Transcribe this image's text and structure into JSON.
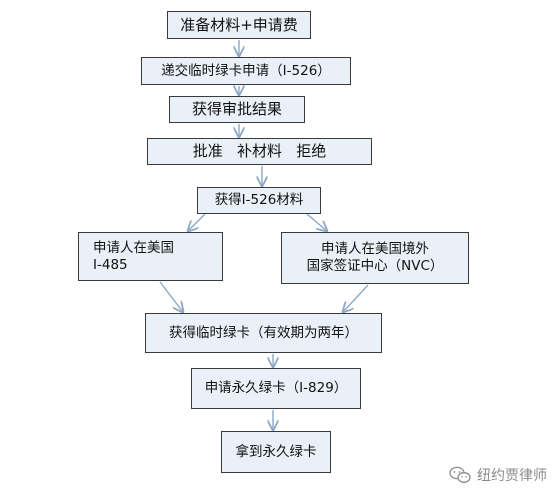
{
  "flowchart": {
    "nodes": [
      {
        "id": "n1",
        "label": "准备材料+申请费"
      },
      {
        "id": "n2",
        "label": "递交临时绿卡申请（I-526）"
      },
      {
        "id": "n3",
        "label": "获得审批结果"
      },
      {
        "id": "n4",
        "label": "批准   补材料   拒绝"
      },
      {
        "id": "n5",
        "label": "获得I-526材料"
      },
      {
        "id": "n6",
        "label": "申请人在美国\nI-485"
      },
      {
        "id": "n7",
        "label": "申请人在美国境外\n国家签证中心（NVC）"
      },
      {
        "id": "n8",
        "label": "获得临时绿卡（有效期为两年）"
      },
      {
        "id": "n9",
        "label": "申请永久绿卡（I-829）"
      },
      {
        "id": "n10",
        "label": "拿到永久绿卡"
      }
    ],
    "edges": [
      {
        "from": "n1",
        "to": "n2"
      },
      {
        "from": "n2",
        "to": "n3"
      },
      {
        "from": "n3",
        "to": "n4"
      },
      {
        "from": "n4",
        "to": "n5"
      },
      {
        "from": "n5",
        "to": "n6"
      },
      {
        "from": "n5",
        "to": "n7"
      },
      {
        "from": "n6",
        "to": "n8"
      },
      {
        "from": "n7",
        "to": "n8"
      },
      {
        "from": "n8",
        "to": "n9"
      },
      {
        "from": "n9",
        "to": "n10"
      }
    ]
  },
  "watermark": {
    "text": "纽约贾律师",
    "icon": "wechat-icon"
  },
  "colors": {
    "box_fill": "#eaf0f8",
    "box_border": "#3a3a3a",
    "arrow": "#8aa9c6"
  }
}
